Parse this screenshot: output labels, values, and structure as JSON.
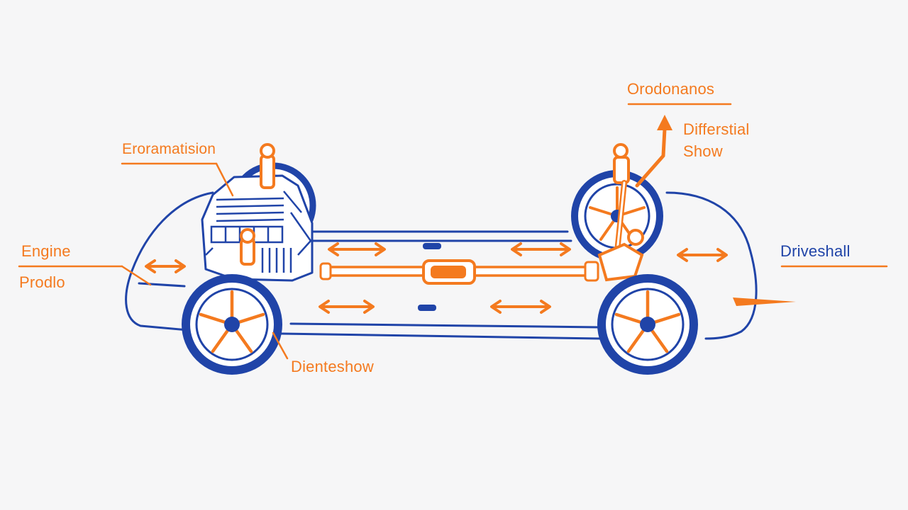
{
  "colors": {
    "background": "#f6f6f7",
    "outline_blue": "#2044a8",
    "accent_orange": "#f47a1f"
  },
  "labels": {
    "oroclonanos": "Orodonanos",
    "differential_show_line1": "Differstial",
    "differential_show_line2": "Show",
    "eroramatision": "Eroramatision",
    "engine": "Engine",
    "prodlo": "Prodlo",
    "driveshaft": "Driveshall",
    "dienteshow": "Dienteshow"
  },
  "icons": {
    "direction_arrows": "double-headed-arrow-icon",
    "pointer_arrow": "up-arrow-icon"
  }
}
